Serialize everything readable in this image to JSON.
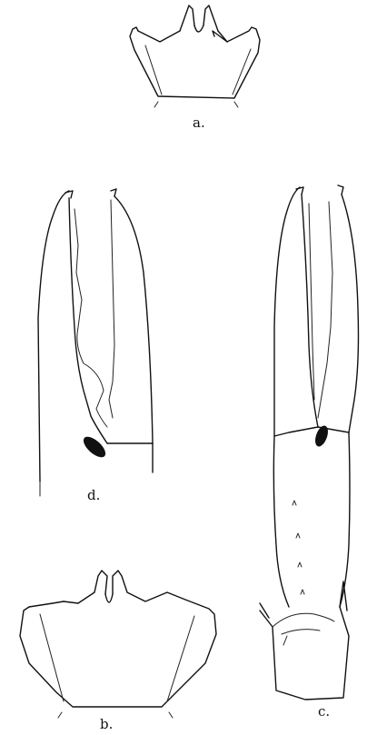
{
  "figure": {
    "labels": {
      "a": "a.",
      "b": "b.",
      "c": "c.",
      "d": "d."
    }
  },
  "colors": {
    "ink": "#111111",
    "background": "#ffffff"
  }
}
